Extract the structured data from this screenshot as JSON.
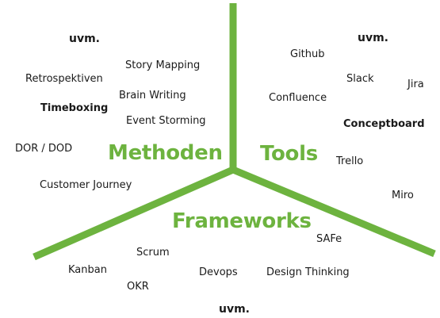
{
  "colors": {
    "accent": "#6db33f",
    "text": "#1a1a1a"
  },
  "logos": [
    "uvm.",
    "uvm.",
    "uvm."
  ],
  "categories": {
    "methoden": "Methoden",
    "tools": "Tools",
    "frameworks": "Frameworks"
  },
  "methoden_items": [
    "Story Mapping",
    "Retrospektiven",
    "Brain Writing",
    "Timeboxing",
    "Event Storming",
    "DOR / DOD",
    "Customer Journey"
  ],
  "tools_items": [
    "Github",
    "Slack",
    "Jira",
    "Confluence",
    "Conceptboard",
    "Trello",
    "Miro"
  ],
  "frameworks_items": [
    "SAFe",
    "Scrum",
    "Kanban",
    "Devops",
    "Design Thinking",
    "OKR"
  ]
}
